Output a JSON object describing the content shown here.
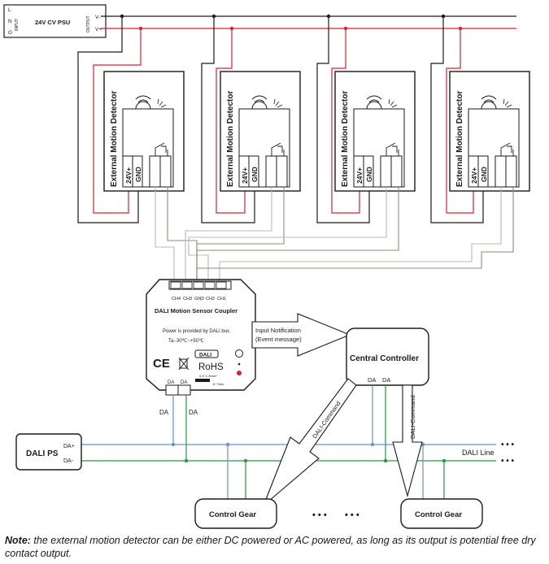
{
  "psu": {
    "title": "24V CV PSU",
    "input_label": "INPUT",
    "output_label": "OUTPUT",
    "terminals_in": [
      "L",
      "N",
      "G"
    ],
    "terminals_out": [
      "V-",
      "V+"
    ]
  },
  "detector": {
    "title": "External Motion Detector",
    "pos_label": "24V+",
    "gnd_label": "GND"
  },
  "coupler": {
    "title": "DALI Motion Sensor Coupler",
    "power_note": "Power is provided by DALI bus",
    "temp": "Ta:-30℃~+50℃",
    "ce": "CE",
    "rohs": "RoHS",
    "dali_logo": "DALI",
    "wire_spec1": "0.5~1.5mm²",
    "wire_spec2": "6~7mm",
    "pins": [
      "CH4",
      "CH3",
      "GND",
      "CH2",
      "CH1"
    ],
    "da_terms": [
      "DA",
      "DA"
    ]
  },
  "notification": {
    "line1": "Input Notification",
    "line2": "(Event message)"
  },
  "controller": {
    "title": "Central Controller",
    "da1": "DA",
    "da2": "DA"
  },
  "commands": {
    "left": "DALI-Command",
    "right": "DALI-Command"
  },
  "dali_ps": {
    "title": "DALI PS",
    "plus": "DA+",
    "minus": "DA-"
  },
  "bus": {
    "line_label": "DALI Line",
    "da_left": "DA",
    "da_right": "DA",
    "ellipsis": "• • •"
  },
  "gear": {
    "label1": "Control Gear",
    "label2": "Control Gear"
  },
  "note": {
    "prefix": "Note:",
    "text": " the external motion detector can be either DC powered or AC powered, as long as its output is potential free dry contact output."
  },
  "colors": {
    "red": "#d9232e",
    "black": "#1a1a1a",
    "blue": "#6b8fd1",
    "green": "#1f9e3a",
    "tan": "#a08672",
    "grey": "#b9b9b9"
  }
}
